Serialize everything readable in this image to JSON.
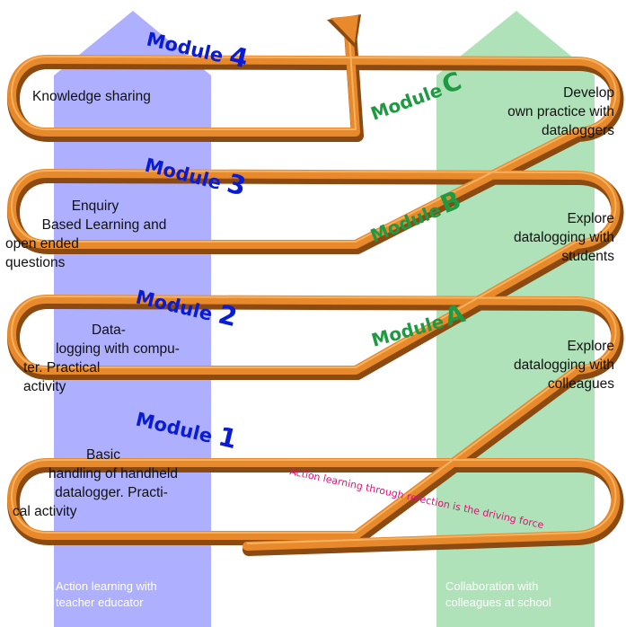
{
  "left_column": {
    "color": "#aeb0ff",
    "caption": [
      "Action learning with",
      "teacher educator"
    ],
    "modules": [
      {
        "word": "Module",
        "number": "4",
        "text": [
          "Knowledge sharing"
        ]
      },
      {
        "word": "Module",
        "number": "3",
        "text": [
          "Enquiry",
          "Based Learning  and",
          "open ended",
          "questions"
        ]
      },
      {
        "word": "Module",
        "number": "2",
        "text": [
          "Data-",
          "logging with compu-",
          "ter. Practical",
          "activity"
        ]
      },
      {
        "word": "Module",
        "number": "1",
        "text": [
          "Basic",
          "handling of handheld",
          "datalogger. Practi-",
          "cal activity"
        ]
      }
    ]
  },
  "right_column": {
    "color": "#afe2b8",
    "caption": [
      "Collaboration with",
      "colleagues at school"
    ],
    "modules": [
      {
        "word": "Module",
        "letter": "C",
        "text": [
          "Develop",
          "own practice with",
          "dataloggers"
        ]
      },
      {
        "word": "Module",
        "letter": "B",
        "text": [
          "Explore",
          "datalogging with",
          "students"
        ]
      },
      {
        "word": "Module",
        "letter": "A",
        "text": [
          "Explore",
          "datalogging with",
          "colleagues"
        ]
      }
    ]
  },
  "ribbon": {
    "color": "#e8892b",
    "shade": "#8a4a12",
    "caption": "Action learning through refection is the driving force",
    "caption_color": "#e0127a"
  }
}
